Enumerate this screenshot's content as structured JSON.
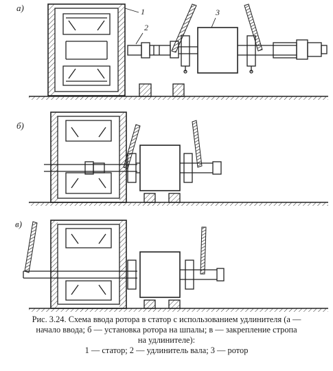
{
  "panels": [
    {
      "letter": "а)"
    },
    {
      "letter": "б)"
    },
    {
      "letter": "в)"
    }
  ],
  "callouts": {
    "stator": "1",
    "extension": "2",
    "rotor": "3"
  },
  "caption": {
    "line1": "Рис. 3.24. Схема ввода ротора в статор с использованием удлинителя (а —",
    "line2": "начало ввода; б — установка ротора на шпалы; в — закрепление стропа",
    "line3": "на удлинителе):",
    "line4": "1 — статор; 2 — удлинитель вала; 3 — ротор"
  }
}
